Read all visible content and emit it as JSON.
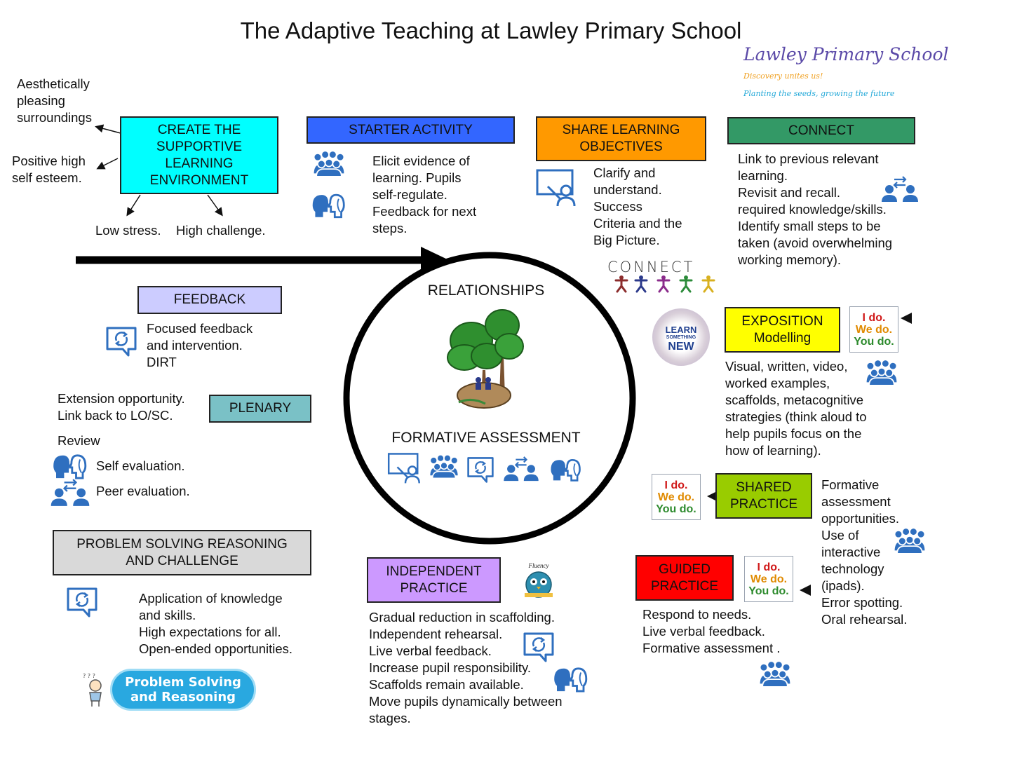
{
  "title": "The Adaptive Teaching at Lawley Primary School",
  "school": {
    "name": "Lawley Primary School",
    "motto1": "Discovery unites us!",
    "motto2": "Planting the seeds, growing the future"
  },
  "colors": {
    "supportive": "#00ffff",
    "starter": "#3366ff",
    "share": "#ff9900",
    "connect": "#339966",
    "feedback": "#ccccff",
    "plenary": "#7ac1c6",
    "problem": "#d9d9d9",
    "exposition": "#ffff00",
    "shared": "#99cc00",
    "guided": "#ff0000",
    "independent": "#cc99ff",
    "icon_blue": "#2f6fbf"
  },
  "supportive": {
    "label_lines": [
      "CREATE THE",
      "SUPPORTIVE",
      "LEARNING",
      "ENVIRONMENT"
    ],
    "aesthetic": [
      "Aesthetically",
      "pleasing",
      "surroundings"
    ],
    "esteem": [
      "Positive high",
      "self esteem."
    ],
    "low_stress": "Low stress.",
    "high_challenge": "High challenge."
  },
  "starter": {
    "label": "STARTER ACTIVITY",
    "lines": [
      "Elicit evidence of",
      "learning.  Pupils",
      "self-regulate.",
      "Feedback for next",
      "steps."
    ]
  },
  "share": {
    "label_lines": [
      "SHARE LEARNING",
      "OBJECTIVES"
    ],
    "lines": [
      "Clarify and",
      "understand.",
      "Success",
      "Criteria and the",
      "Big Picture."
    ]
  },
  "connect": {
    "label": "CONNECT",
    "lines": [
      "Link to previous relevant",
      "learning.",
      "Revisit and recall.",
      "required knowledge/skills.",
      "Identify small steps to be",
      "taken (avoid overwhelming",
      "working memory)."
    ],
    "logo_text": "CONNECT"
  },
  "center": {
    "top": "RELATIONSHIPS",
    "bottom": "FORMATIVE ASSESSMENT"
  },
  "feedback": {
    "label": "FEEDBACK",
    "lines": [
      "Focused feedback",
      "and intervention.",
      "DIRT"
    ]
  },
  "plenary": {
    "label": "PLENARY",
    "lines": [
      "Extension opportunity.",
      "Link back to LO/SC."
    ],
    "review": "Review",
    "self": "Self evaluation.",
    "peer": "Peer evaluation."
  },
  "problem": {
    "label_lines": [
      "PROBLEM SOLVING REASONING",
      "AND CHALLENGE"
    ],
    "lines": [
      "Application of knowledge",
      "and skills.",
      "High expectations for all.",
      "Open-ended opportunities."
    ],
    "badge_lines": [
      "Problem Solving",
      "and Reasoning"
    ]
  },
  "exposition": {
    "label_lines": [
      "EXPOSITION",
      "Modelling"
    ],
    "lines": [
      "Visual, written, video,",
      "worked examples,",
      "scaffolds, metacognitive",
      "strategies (think aloud to",
      "help pupils focus on the",
      "how of learning)."
    ],
    "learn_lines": [
      "LEARN",
      "SOMETHING",
      "NEW"
    ]
  },
  "shared": {
    "label_lines": [
      "SHARED",
      "PRACTICE"
    ],
    "lines": [
      "Formative",
      "assessment",
      "opportunities.",
      "Use of",
      "interactive",
      "technology",
      "(ipads).",
      "Error spotting.",
      "Oral rehearsal."
    ]
  },
  "guided": {
    "label_lines": [
      "GUIDED",
      "PRACTICE"
    ],
    "lines": [
      "Respond to needs.",
      "Live verbal feedback.",
      "Formative assessment ."
    ]
  },
  "independent": {
    "label_lines": [
      "INDEPENDENT",
      "PRACTICE"
    ],
    "lines": [
      "Gradual reduction in scaffolding.",
      "Independent rehearsal.",
      "Live verbal feedback.",
      "Increase pupil responsibility.",
      "Scaffolds remain available.",
      "Move pupils dynamically between",
      "stages."
    ],
    "fluency": "Fluency"
  },
  "idowedo": {
    "i": "I do.",
    "we": "We do.",
    "you": "You do."
  }
}
